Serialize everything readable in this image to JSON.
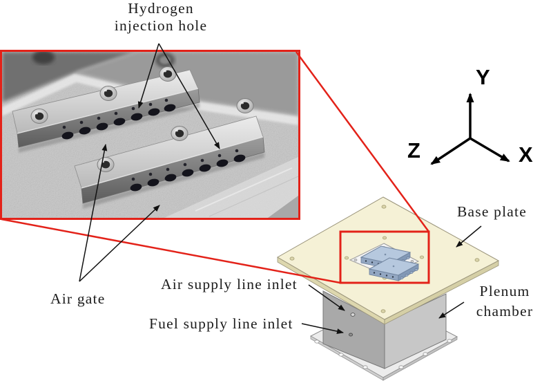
{
  "labels": {
    "hydrogen_injection_hole": "Hydrogen injection hole",
    "air_gate": "Air gate",
    "air_supply_line_inlet": "Air supply line inlet",
    "fuel_supply_line_inlet": "Fuel supply line inlet",
    "base_plate": "Base plate",
    "plenum_chamber": "Plenum chamber"
  },
  "axes": {
    "x_label": "X",
    "y_label": "Y",
    "z_label": "Z"
  },
  "colors": {
    "callout_red": "#e32219",
    "base_plate_cream": "#f5f1d6",
    "chamber_gray_left": "#a9a9a9",
    "chamber_gray_right": "#c7c7c7",
    "injector_blue": "#b6c8de",
    "text_black": "#1b1b1b"
  }
}
